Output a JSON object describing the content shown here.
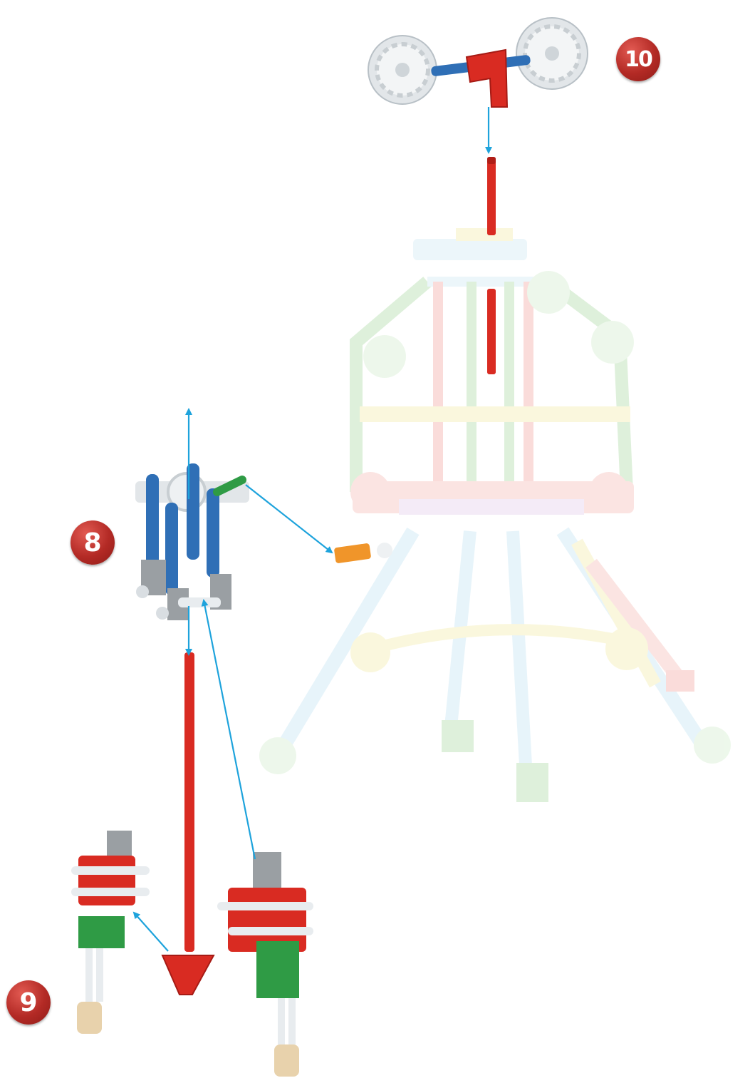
{
  "steps": [
    {
      "id": "step-10",
      "number": "10"
    },
    {
      "id": "step-8",
      "number": "8"
    },
    {
      "id": "step-9",
      "number": "9"
    }
  ],
  "colors": {
    "badge": "#b32a25",
    "arrow": "#1ea3dc",
    "rod_red": "#d92b22",
    "rod_blue": "#2f6fb6",
    "connector_grey": "#9a9fa3",
    "connector_white": "#e8ecef",
    "connector_green": "#2f9b45",
    "connector_orange": "#f0952a",
    "hinge_tan": "#e8d2ac",
    "ghost_model": "#bfe1f0"
  },
  "icons": {
    "assembly_arrow": "arrow-icon",
    "wheel_gear": "gear-icon"
  }
}
